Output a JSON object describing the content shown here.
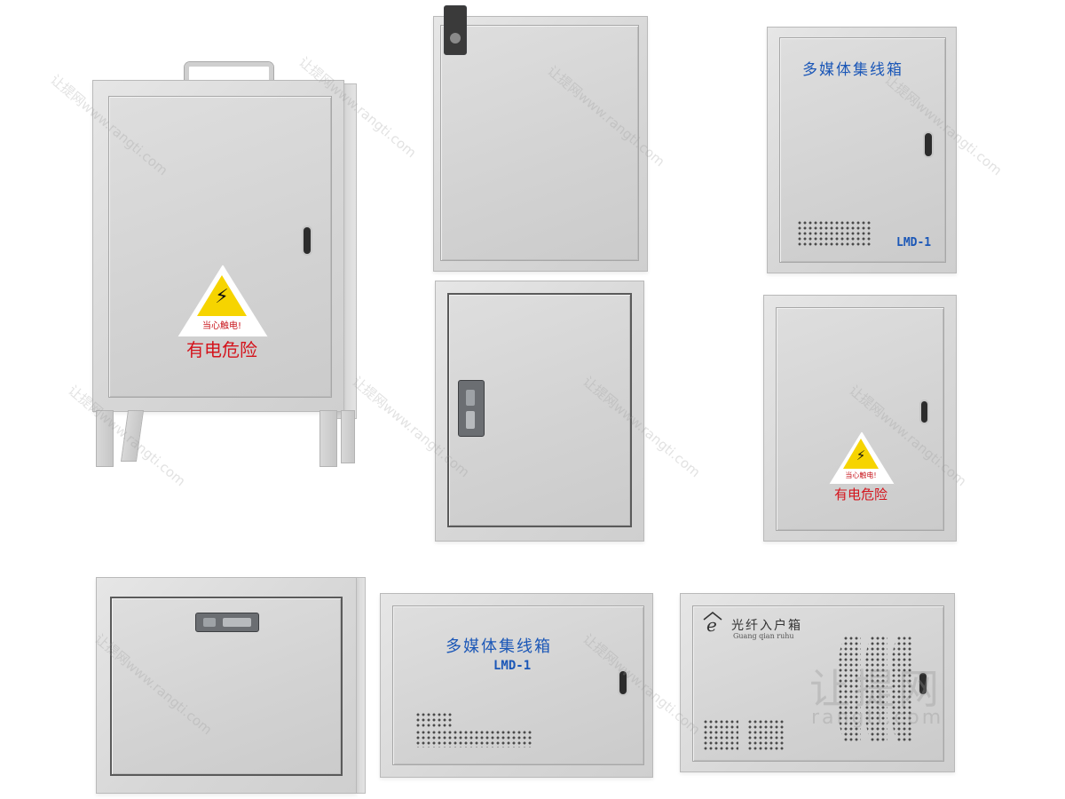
{
  "colors": {
    "cabinet_gray": "#d6d6d6",
    "warning_yellow": "#f6d400",
    "danger_red": "#d4141c",
    "label_blue": "#1b57b7"
  },
  "cabinets": [
    {
      "id": "floor-cabinet",
      "sign_caption": "当心触电!",
      "danger_text": "有电危险"
    },
    {
      "id": "wall-box-top-lock"
    },
    {
      "id": "flush-box-lock-plate"
    },
    {
      "id": "media-box-vertical",
      "title": "多媒体集线箱",
      "model": "LMD-1"
    },
    {
      "id": "wall-box-warning",
      "sign_caption": "当心触电!",
      "danger_text": "有电危险"
    },
    {
      "id": "wide-box-lock"
    },
    {
      "id": "media-box-horizontal",
      "title": "多媒体集线箱",
      "model": "LMD-1"
    },
    {
      "id": "fiber-box",
      "title": "光纤入户箱",
      "subtitle": "Guang qian ruhu",
      "logo_letter": "e"
    }
  ],
  "watermark": {
    "logo": "让提网",
    "url": "rangti.com",
    "small": "让提网www.rangti.com"
  }
}
